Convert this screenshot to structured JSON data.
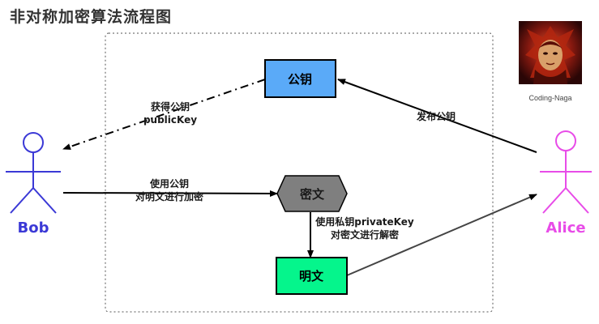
{
  "title": "非对称加密算法流程图",
  "nodes": {
    "public_key": "公钥",
    "ciphertext": "密文",
    "plaintext": "明文"
  },
  "actors": {
    "bob": "Bob",
    "alice": "Alice"
  },
  "edges": {
    "publish": "发布公钥",
    "obtain_line1": "获得公钥",
    "obtain_line2": "publicKey",
    "encrypt_line1": "使用公钥",
    "encrypt_line2": "对明文进行加密",
    "decrypt_line1": "使用私钥privateKey",
    "decrypt_line2": "对密文进行解密"
  },
  "avatar": {
    "caption": "Coding-Naga"
  },
  "colors": {
    "public_key_fill": "#5aaaf8",
    "ciphertext_fill": "#7f7f7f",
    "plaintext_fill": "#05f58c",
    "bob": "#3b39d6",
    "alice": "#e84ce8"
  }
}
